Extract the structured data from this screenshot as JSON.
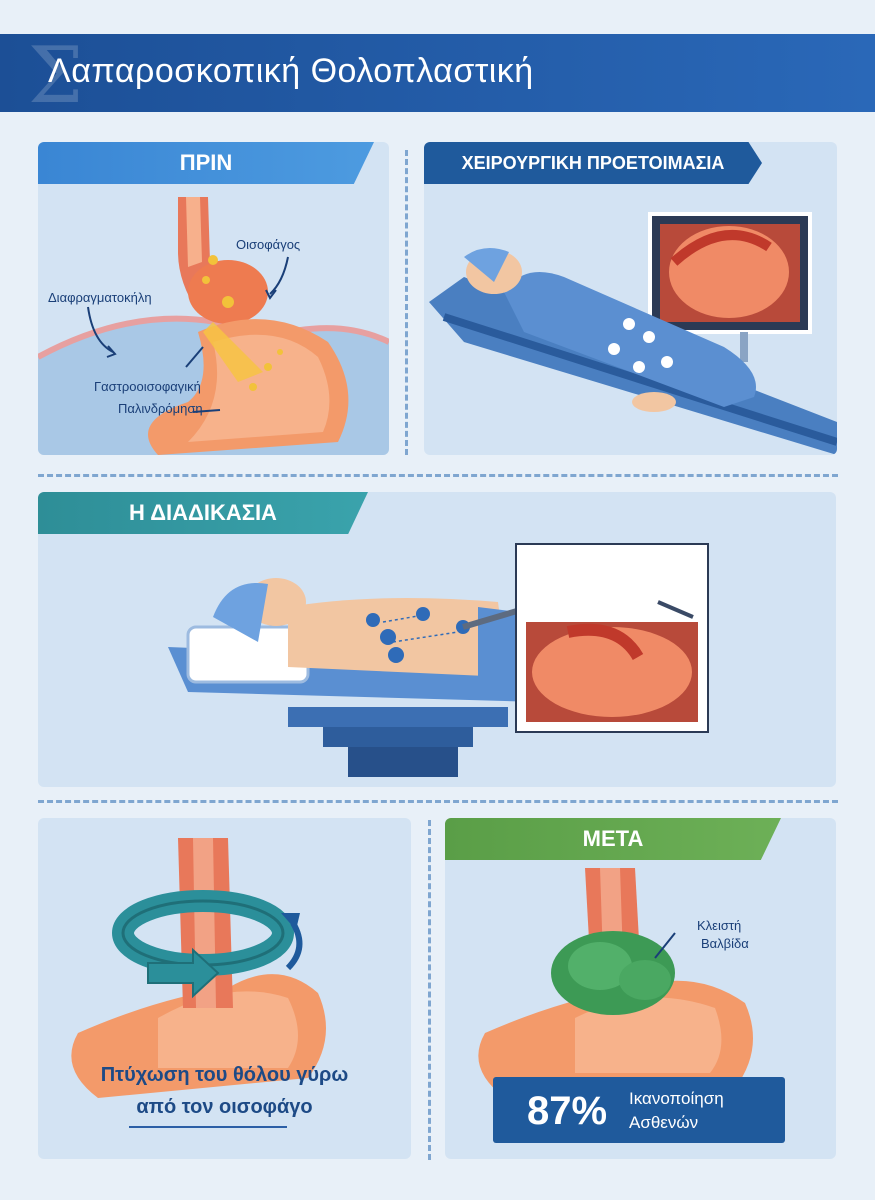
{
  "header": {
    "title": "Λαπαροσκοπική Θολοπλαστική",
    "logo_icon": "sigma-logo-icon"
  },
  "panels": {
    "before": {
      "banner": "ΠΡΙΝ",
      "labels": {
        "esophagus": "Οισοφάγος",
        "hernia": "Διαφραγματοκήλη",
        "reflux_line1": "Γαστροοισοφαγική",
        "reflux_line2": "Παλινδρόμηση"
      }
    },
    "prep": {
      "banner": "ΧΕΙΡΟΥΡΓΙΚΗ ΠΡΟΕΤΟΙΜΑΣΙΑ"
    },
    "procedure": {
      "banner": "Η ΔΙΑΔΙΚΑΣΙΑ"
    },
    "wrap": {
      "caption_line1": "Πτύχωση του θόλου γύρω",
      "caption_line2": "από τον οισοφάγο"
    },
    "after": {
      "banner": "ΜΕΤΑ",
      "label_line1": "Κλειστή",
      "label_line2": "Βαλβίδα",
      "stat_value": "87%",
      "stat_line1": "Ικανοποίηση",
      "stat_line2": "Ασθενών"
    }
  },
  "colors": {
    "title_bar": "#1c4f96",
    "banner_blue": "#3a86d4",
    "banner_navy": "#1f5a9c",
    "banner_teal": "#2e8e97",
    "banner_green": "#5a9e47",
    "panel_bg": "#d3e3f3",
    "stomach": "#f39a6a",
    "valve": "#3d9a55"
  }
}
